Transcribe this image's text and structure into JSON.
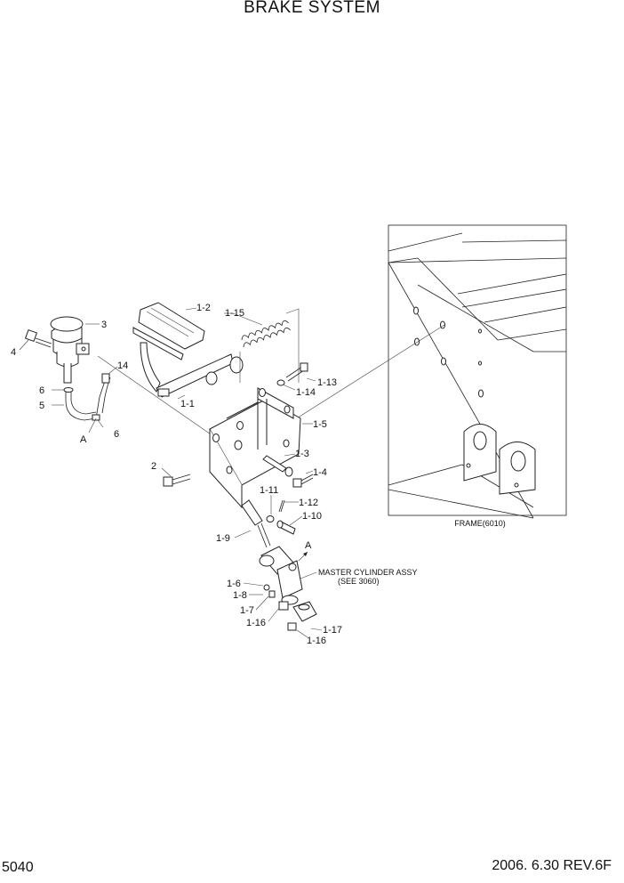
{
  "title": "BRAKE SYSTEM",
  "page_number": "5040",
  "revision": "2006. 6.30 REV.6F",
  "frame_label": "FRAME(6010)",
  "master_cylinder": {
    "line1": "MASTER CYLINDER ASSY",
    "line2": "(SEE 3060)"
  },
  "callouts": {
    "p1_2": "1-2",
    "p1_15": "1-15",
    "p3": "3",
    "p4": "4",
    "p14": "14",
    "p6a": "6",
    "p5": "5",
    "pA1": "A",
    "p6b": "6",
    "p1_1": "1-1",
    "p1_13": "1-13",
    "p1_14": "1-14",
    "p1_5": "1-5",
    "p2": "2",
    "p1_3": "1-3",
    "p1_4": "1-4",
    "p1_11": "1-11",
    "p1_12": "1-12",
    "p1_10": "1-10",
    "p1_9": "1-9",
    "pA2": "A",
    "p1_6": "1-6",
    "p1_8": "1-8",
    "p1_7": "1-7",
    "p1_16a": "1-16",
    "p1_17": "1-17",
    "p1_16b": "1-16"
  }
}
